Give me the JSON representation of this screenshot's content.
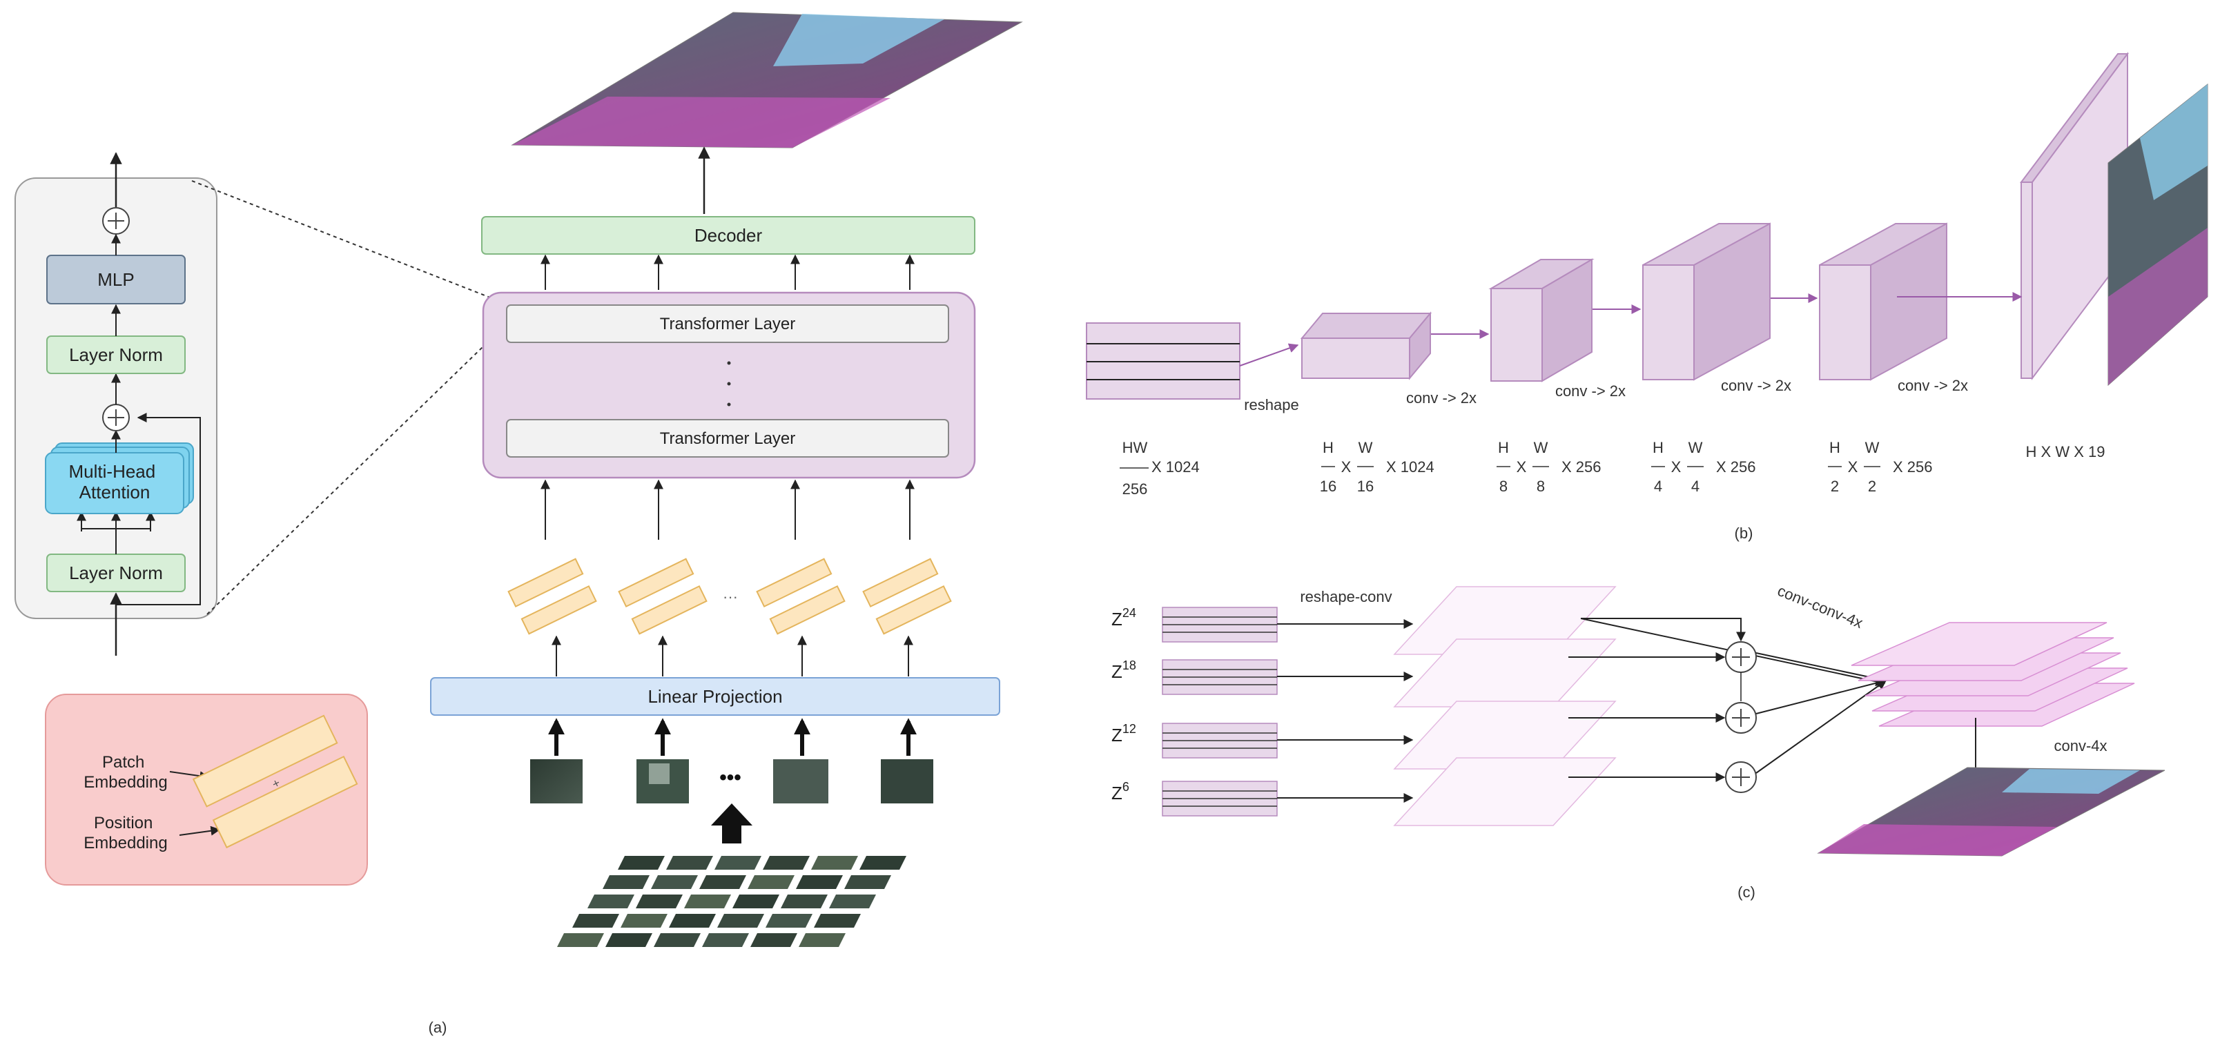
{
  "panel_a": {
    "encoder_block": {
      "mlp": "MLP",
      "layer_norm_top": "Layer Norm",
      "attention": "Multi-Head\nAttention",
      "layer_norm_bottom": "Layer Norm"
    },
    "legend": {
      "patch_embedding": "Patch\nEmbedding",
      "position_embedding": "Position\nEmbedding"
    },
    "decoder": "Decoder",
    "transformer_layer_1": "Transformer Layer",
    "transformer_layer_2": "Transformer Layer",
    "vertical_ellipsis": "·\n·\n·",
    "embedding_ellipsis": "···",
    "patch_ellipsis": "•••",
    "linear_projection": "Linear Projection",
    "caption": "(a)"
  },
  "panel_b": {
    "reshape": "reshape",
    "conv_labels": [
      "conv -> 2x",
      "conv -> 2x",
      "conv -> 2x",
      "conv -> 2x"
    ],
    "dims": [
      {
        "num": "HW",
        "den": "256",
        "suffix": "X 1024"
      },
      {
        "h_num": "H",
        "h_den": "16",
        "w_num": "W",
        "w_den": "16",
        "x": "X",
        "suffix": "X 1024"
      },
      {
        "h_num": "H",
        "h_den": "8",
        "w_num": "W",
        "w_den": "8",
        "x": "X",
        "suffix": "X 256"
      },
      {
        "h_num": "H",
        "h_den": "4",
        "w_num": "W",
        "w_den": "4",
        "x": "X",
        "suffix": "X 256"
      },
      {
        "h_num": "H",
        "h_den": "2",
        "w_num": "W",
        "w_den": "2",
        "x": "X",
        "suffix": "X 256"
      }
    ],
    "final_dim": "H X W X 19",
    "caption": "(b)"
  },
  "panel_c": {
    "reshape_conv": "reshape-conv",
    "conv_conv_4x": "conv-conv-4x",
    "conv_4x": "conv-4x",
    "z_labels": [
      {
        "base": "Z",
        "sup": "24"
      },
      {
        "base": "Z",
        "sup": "18"
      },
      {
        "base": "Z",
        "sup": "12"
      },
      {
        "base": "Z",
        "sup": "6"
      }
    ],
    "plus": "+",
    "caption": "(c)"
  },
  "colors": {
    "green_fill": "#d8efd8",
    "green_stroke": "#82b882",
    "purple_fill": "#e8d8ea",
    "purple_stroke": "#b58bbd",
    "blue_fill": "#d6e6f8",
    "blue_stroke": "#7ba3d6",
    "cyan_fill": "#7fd3ef",
    "mlp_fill": "#bccad9",
    "orange_fill": "#fde6bf",
    "orange_stroke": "#e4b55d",
    "pink_fill": "#f9cccc",
    "pink_stroke": "#e59a9a"
  }
}
